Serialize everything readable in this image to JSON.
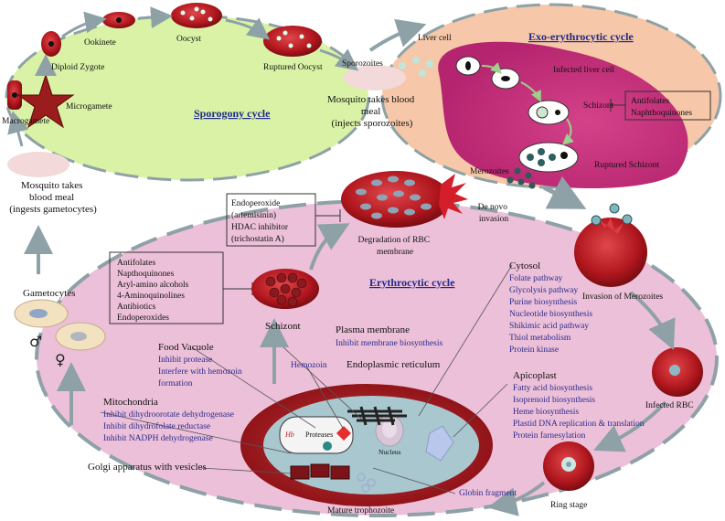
{
  "sporogony": {
    "title": "Sporogony cycle",
    "ookinete": "Ookinete",
    "oocyst": "Oocyst",
    "ruptured_oocyst": "Ruptured Oocyst",
    "diploid_zygote": "Diploid Zygote",
    "microgamete": "Microgamete",
    "macrogamete": "Macrogamete",
    "sporozoites": "Sporozoites",
    "mosquito_inject": [
      "Mosquito takes blood",
      "meal",
      "(injects sporozoites)"
    ],
    "mosquito_ingest": [
      "Mosquito takes",
      "blood meal",
      "(ingests gametocytes)"
    ]
  },
  "exo": {
    "title": "Exo-erythrocytic cycle",
    "liver_cell": "Liver cell",
    "infected_liver": "Infected liver cell",
    "schizont": "Schizont",
    "drugs": [
      "Antifolates",
      "Naphthoquinones"
    ],
    "ruptured_schizont": "Ruptured Schizont",
    "merozoites": "Merozoites"
  },
  "ery": {
    "title": "Erythrocytic cycle",
    "de_novo": [
      "De novo",
      "invasion"
    ],
    "degradation": [
      "Degradation of RBC",
      "membrane"
    ],
    "endo_box": [
      "Endoperoxide",
      "(artemisinin)",
      "HDAC inhibitor",
      "(trichostatin A)"
    ],
    "schizont_drugs": [
      "Antifolates",
      "Napthoquinones",
      "Aryl-amino alcohols",
      "4-Aminoquinolines",
      "Antibiotics",
      "Endoperoxides"
    ],
    "schizont": "Schizont",
    "invasion": "Invasion of Merozoites",
    "infected_rbc": "Infected RBC",
    "ring_stage": "Ring stage",
    "mature": "Mature trophozoite",
    "gametocytes": "Gametocytes",
    "male_symbol": "♂",
    "female_symbol": "♀"
  },
  "cytosol": {
    "title": "Cytosol",
    "items": [
      "Folate pathway",
      "Glycolysis pathway",
      "Purine biosynthesis",
      "Nucleotide biosynthesis",
      "Shikimic acid pathway",
      "Thiol metabolism",
      "Protein kinase"
    ]
  },
  "plasma": {
    "title": "Plasma membrane",
    "items": [
      "Inhibit membrane biosynthesis"
    ]
  },
  "vacuole": {
    "title": "Food Vacuole",
    "items": [
      "Inhibit protease",
      "Interfere with hemozoin",
      "formation"
    ]
  },
  "hemozoin": "Hemozoin",
  "er": "Endoplasmic reticulum",
  "apicoplast": {
    "title": "Apicoplast",
    "items": [
      "Fatty acid biosynthesis",
      "Isoprenoid biosynthesis",
      "Heme biosynthesis",
      "Plastid DNA replication & translation",
      "Protein farnesylation"
    ]
  },
  "mito": {
    "title": "Mitochondria",
    "items": [
      "Inhibit dihydroorotate dehydrogenase",
      "Inhibit dihydrofolate reductase",
      "Inhibit NADPH dehydrogenase"
    ]
  },
  "golgi": "Golgi apparatus with vesicles",
  "globin": "Globin fragment",
  "cell": {
    "hb": "Hb",
    "proteases": "Proteases",
    "nucleus": "Nucleus"
  },
  "colors": {
    "sporogony_bg": "#d9f2a6",
    "exo_bg": "#f6c7a8",
    "ery_bg": "#ecc0d8",
    "rbc": "#b0161d",
    "title_blue": "#1f2a8c",
    "drug_blue": "#2b2b8f",
    "arrow": "#8ea1a6"
  }
}
